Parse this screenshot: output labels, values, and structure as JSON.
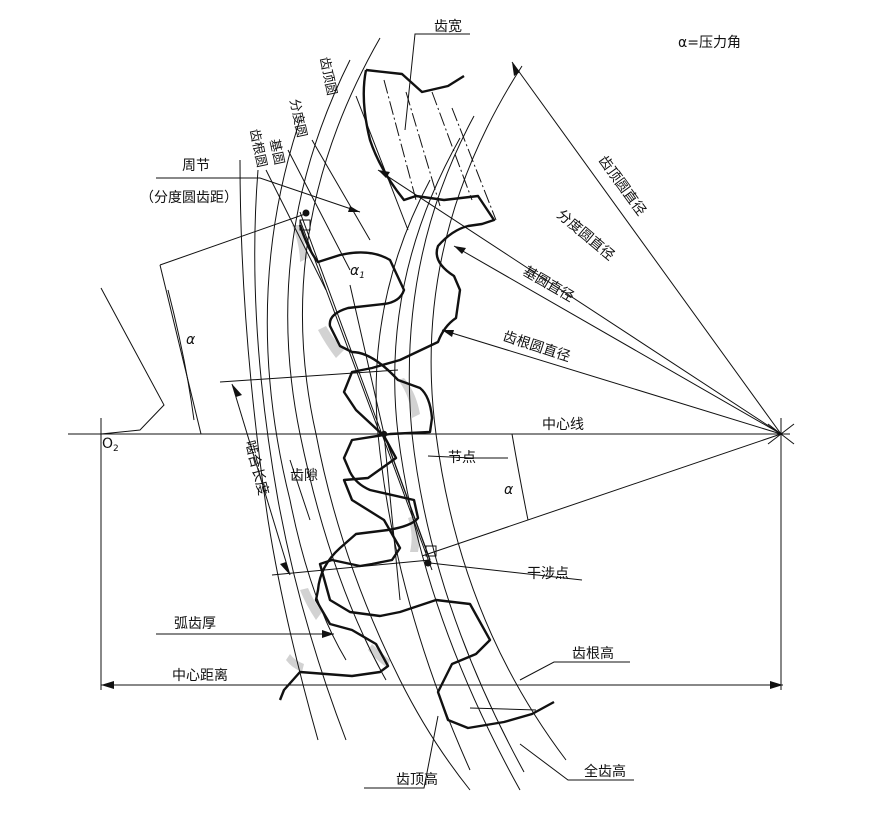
{
  "labels": {
    "pressure_angle_legend": "α=压力角",
    "alpha": "α",
    "alpha_sub": "α",
    "sub_one": "1",
    "o2": "O",
    "o2_sub": "2",
    "tooth_width": "齿宽",
    "tip_circle": "齿顶圆",
    "pitch_circle": "分度圆",
    "base_circle": "基圆",
    "root_circle": "齿根圆",
    "circular_pitch": "周节",
    "circular_pitch_sub": "（分度圆齿距）",
    "tip_diameter": "齿顶圆直径",
    "pitch_diameter": "分度圆直径",
    "base_diameter": "基圆直径",
    "root_diameter": "齿根圆直径",
    "center_line": "中心线",
    "pitch_point": "节点",
    "contact_length": "啮合长度",
    "clearance": "齿隙",
    "interference_point": "干涉点",
    "circular_thickness": "弧齿厚",
    "dedendum": "齿根高",
    "center_distance": "中心距离",
    "whole_depth": "全齿高",
    "addendum": "齿顶高"
  }
}
